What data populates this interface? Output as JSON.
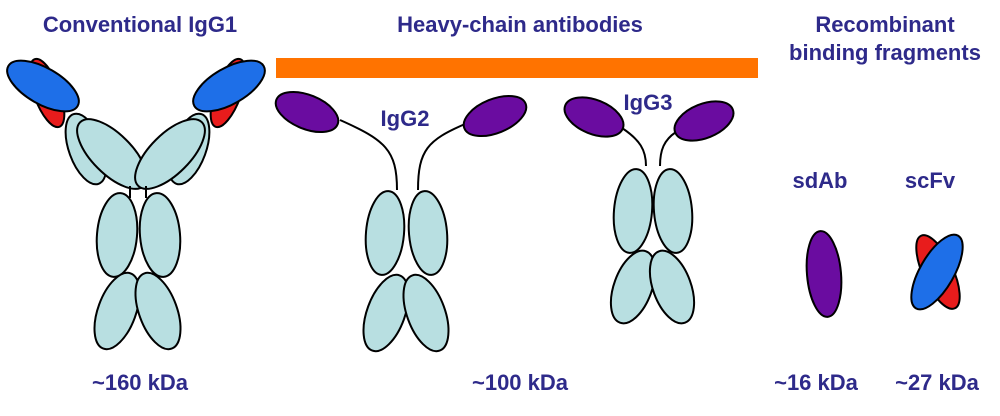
{
  "labels": {
    "conventional_title": "Conventional IgG1",
    "heavy_title": "Heavy-chain antibodies",
    "recombinant_title_line1": "Recombinant",
    "recombinant_title_line2": "binding fragments",
    "igg2": "IgG2",
    "igg3": "IgG3",
    "sdab": "sdAb",
    "scfv": "scFv",
    "mass_igg1": "~160 kDa",
    "mass_heavy": "~100 kDa",
    "mass_sdab": "~16 kDa",
    "mass_scfv": "~27 kDa"
  },
  "colors": {
    "text": "#2e2a8a",
    "constant_domain": "#b8dfe1",
    "heavy_variable": "#1e6fe8",
    "light_variable": "#e81c1c",
    "vhh_domain": "#6a0ca0",
    "bar": "#ff7300",
    "outline": "#000000"
  }
}
